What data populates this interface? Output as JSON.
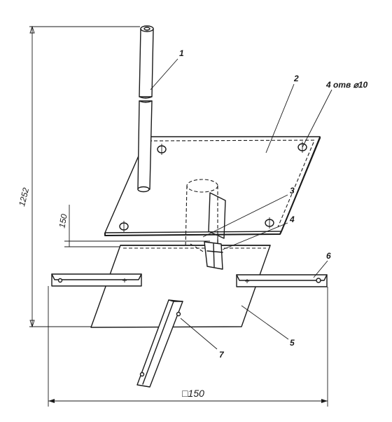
{
  "labels": {
    "part_1": "1",
    "part_2": "2",
    "part_3": "3",
    "part_4": "4",
    "part_5": "5",
    "part_6": "6",
    "part_7": "7",
    "holes_note": "4 отв ⌀10"
  },
  "dimensions": {
    "overall_height": "1252",
    "plate_gap": "150",
    "base_width": "□150"
  }
}
